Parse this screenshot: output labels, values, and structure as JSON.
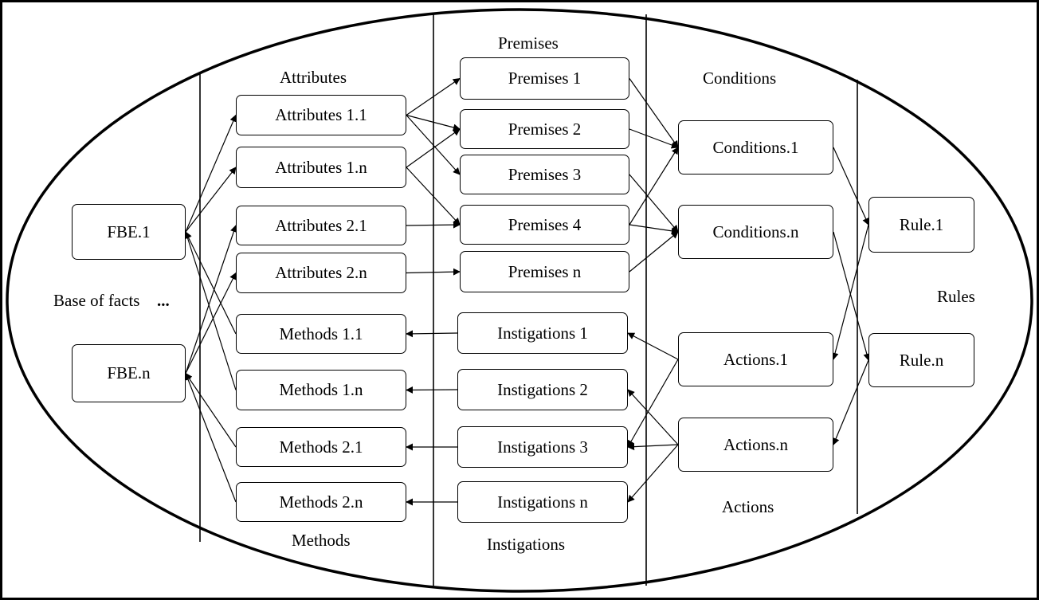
{
  "sections": {
    "attributes": "Attributes",
    "premises": "Premises",
    "conditions": "Conditions",
    "rules": "Rules",
    "base_of_facts": "Base of facts",
    "ellipsis": "...",
    "methods": "Methods",
    "instigations": "Instigations",
    "actions": "Actions"
  },
  "nodes": {
    "fbe_1": "FBE.1",
    "fbe_n": "FBE.n",
    "attr_1_1": "Attributes 1.1",
    "attr_1_n": "Attributes 1.n",
    "attr_2_1": "Attributes 2.1",
    "attr_2_n": "Attributes 2.n",
    "meth_1_1": "Methods 1.1",
    "meth_1_n": "Methods 1.n",
    "meth_2_1": "Methods 2.1",
    "meth_2_n": "Methods 2.n",
    "prem_1": "Premises 1",
    "prem_2": "Premises 2",
    "prem_3": "Premises 3",
    "prem_4": "Premises 4",
    "prem_n": "Premises n",
    "inst_1": "Instigations 1",
    "inst_2": "Instigations 2",
    "inst_3": "Instigations 3",
    "inst_n": "Instigations n",
    "cond_1": "Conditions.1",
    "cond_n": "Conditions.n",
    "act_1": "Actions.1",
    "act_n": "Actions.n",
    "rule_1": "Rule.1",
    "rule_n": "Rule.n"
  },
  "edges": [
    [
      "fbe_1",
      "attr_1_1"
    ],
    [
      "fbe_1",
      "attr_1_n"
    ],
    [
      "fbe_n",
      "attr_2_1"
    ],
    [
      "fbe_n",
      "attr_2_n"
    ],
    [
      "meth_1_1",
      "fbe_1"
    ],
    [
      "meth_1_n",
      "fbe_1"
    ],
    [
      "meth_2_1",
      "fbe_n"
    ],
    [
      "meth_2_n",
      "fbe_n"
    ],
    [
      "attr_1_1",
      "prem_1"
    ],
    [
      "attr_1_1",
      "prem_2"
    ],
    [
      "attr_1_1",
      "prem_3"
    ],
    [
      "attr_1_n",
      "prem_2"
    ],
    [
      "attr_1_n",
      "prem_4"
    ],
    [
      "attr_2_1",
      "prem_4"
    ],
    [
      "attr_2_n",
      "prem_n"
    ],
    [
      "inst_1",
      "meth_1_1"
    ],
    [
      "inst_2",
      "meth_1_n"
    ],
    [
      "inst_3",
      "meth_2_1"
    ],
    [
      "inst_n",
      "meth_2_n"
    ],
    [
      "prem_1",
      "cond_1"
    ],
    [
      "prem_2",
      "cond_1"
    ],
    [
      "prem_3",
      "cond_n"
    ],
    [
      "prem_4",
      "cond_1"
    ],
    [
      "prem_4",
      "cond_n"
    ],
    [
      "prem_n",
      "cond_n"
    ],
    [
      "cond_1",
      "rule_1"
    ],
    [
      "cond_n",
      "rule_n"
    ],
    [
      "rule_1",
      "act_1"
    ],
    [
      "rule_n",
      "act_n"
    ],
    [
      "act_1",
      "inst_1"
    ],
    [
      "act_1",
      "inst_3"
    ],
    [
      "act_n",
      "inst_2"
    ],
    [
      "act_n",
      "inst_3"
    ],
    [
      "act_n",
      "inst_n"
    ]
  ]
}
